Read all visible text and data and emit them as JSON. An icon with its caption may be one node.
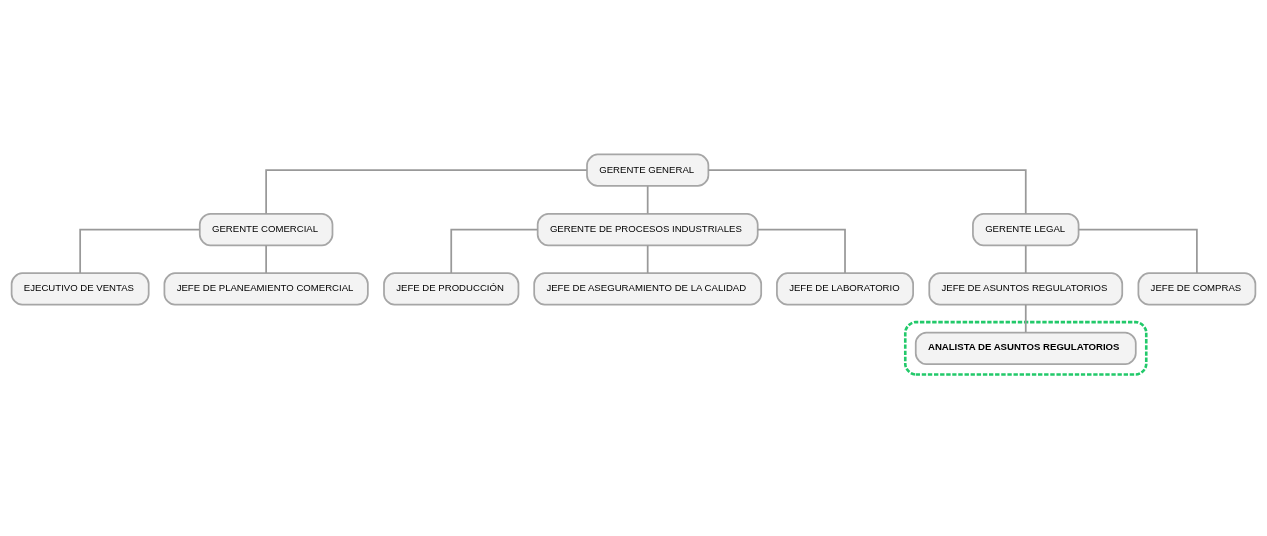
{
  "diagram": {
    "nodes": [
      {
        "text": [
          "GERENTE GENERAL"
        ]
      },
      {
        "text": [
          "GERENTE COMERCIAL"
        ]
      },
      {
        "text": [
          "GERENTE DE PROCESOS INDUSTRIALES"
        ]
      },
      {
        "text": [
          "GERENTE LEGAL"
        ]
      },
      {
        "text": [
          "EJECUTIVO DE VENTAS"
        ]
      },
      {
        "text": [
          "JEFE DE PLANEAMIENTO COMERCIAL"
        ]
      },
      {
        "text": [
          "JEFE DE PRODUCCIÓN"
        ]
      },
      {
        "text": [
          "JEFE DE ASEGURAMIENTO DE LA CALIDAD"
        ]
      },
      {
        "text": [
          "JEFE DE LABORATORIO"
        ]
      },
      {
        "text": [
          "JEFE DE ASUNTOS REGULATORIOS"
        ]
      },
      {
        "text": [
          "JEFE DE COMPRAS"
        ]
      },
      {
        "text": [],
        "shape": "box"
      },
      {
        "text": [
          "ANALISTA DE ASUNTOS REGULATORIOS"
        ],
        "in": 11
      }
    ],
    "edges": [
      {
        "from": 0,
        "to": 1,
        "arrow": "none"
      },
      {
        "from": 0,
        "to": 2,
        "arrow": "none"
      },
      {
        "from": 0,
        "to": 3,
        "arrow": "none"
      },
      {
        "from": 1,
        "to": 4,
        "arrow": "none"
      },
      {
        "from": 1,
        "to": 5,
        "arrow": "none"
      },
      {
        "from": 2,
        "to": 6,
        "arrow": "none"
      },
      {
        "from": 2,
        "to": 7,
        "arrow": "none"
      },
      {
        "from": 2,
        "to": 8,
        "arrow": "none"
      },
      {
        "from": 3,
        "to": 9,
        "arrow": "none"
      },
      {
        "from": 3,
        "to": 10,
        "arrow": "none"
      },
      {
        "from": 9,
        "to": 12,
        "arrow": "none"
      }
    ]
  }
}
